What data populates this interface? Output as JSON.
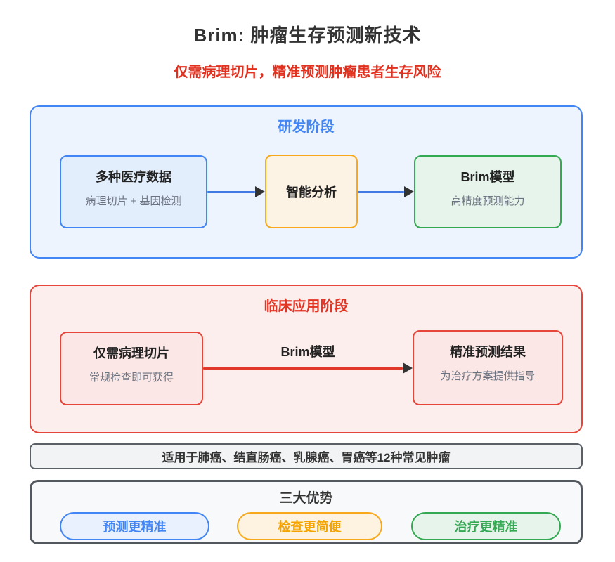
{
  "page": {
    "title": "Brim: 肿瘤生存预测新技术",
    "subtitle": "仅需病理切片，精准预测肿瘤患者生存风险"
  },
  "colors": {
    "blue": "#4285f4",
    "orange": "#f7a81b",
    "green": "#34a853",
    "red": "#e64539",
    "dark": "#333333",
    "gray_text": "#6b7280"
  },
  "rnd": {
    "title": "研发阶段",
    "boxes": [
      {
        "title": "多种医疗数据",
        "subtitle": "病理切片 + 基因检测"
      },
      {
        "title": "智能分析"
      },
      {
        "title": "Brim模型",
        "subtitle": "高精度预测能力"
      }
    ]
  },
  "clinical": {
    "title": "临床应用阶段",
    "arrow_label": "Brim模型",
    "boxes": [
      {
        "title": "仅需病理切片",
        "subtitle": "常规检查即可获得"
      },
      {
        "title": "精准预测结果",
        "subtitle": "为治疗方案提供指导"
      }
    ]
  },
  "scope_bar": {
    "text": "适用于肺癌、结直肠癌、乳腺癌、胃癌等12种常见肿瘤"
  },
  "advantages": {
    "title": "三大优势",
    "items": [
      {
        "label": "预测更精准"
      },
      {
        "label": "检查更简便"
      },
      {
        "label": "治疗更精准"
      }
    ]
  }
}
